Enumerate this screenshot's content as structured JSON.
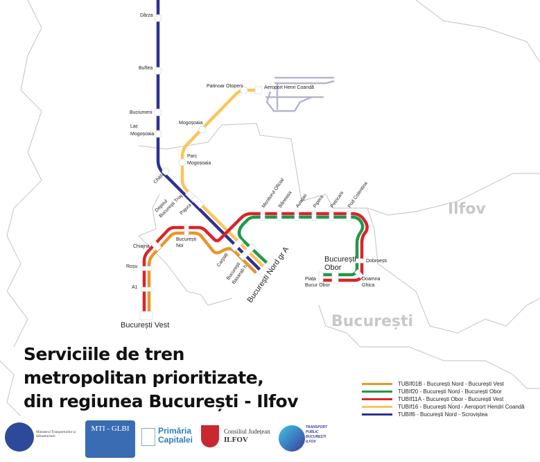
{
  "regions": {
    "ilfov": "Ilfov",
    "bucuresti": "București"
  },
  "stations": {
    "darza": "Dârza",
    "buftea": "Buftea",
    "buciumeni": "Buciumeni",
    "lac_1": "Lac",
    "lac_2": "Mogoșoaia",
    "chitila": "Chitila",
    "patinoar": "Patinoar Otopeni",
    "aeroport": "Aeroport Henri Coandă",
    "mogosoaia": "Mogoșoaia",
    "parc_1": "Parc",
    "parc_2": "Mogoșoaia",
    "depoul_1": "Depoul",
    "depoul_2": "București Triaj",
    "pajura": "Pajura",
    "chiajna": "Chiajna",
    "bucnoi_1": "București",
    "bucnoi_2": "Noi",
    "rosu": "Roșu",
    "a1": "A1",
    "carpati": "Carpați",
    "basarab_1": "București",
    "basarab_2": "Basarab h",
    "nord": "București Nord gr A",
    "vest": "București Vest",
    "monitorul": "Monitorul Oficial",
    "baneasa": "Băneasa",
    "aviatiei": "Aviației",
    "pipera": "Pipera",
    "petricani": "Petricani",
    "pod": "Pod Colentina",
    "obor_1": "București",
    "obor_2": "Obor",
    "dobroesti": "Dobroești",
    "piata_1": "Piața",
    "piata_2": "Bucur Obor",
    "doamna_1": "Doamna",
    "doamna_2": "Ghica"
  },
  "title": [
    "Serviciile de tren",
    "metropolitan prioritizate,",
    "din regiunea București - Ilfov"
  ],
  "legend": [
    {
      "label": "TUBIf01B - București Nord - București Vest",
      "color": "#e8962a"
    },
    {
      "label": "TUBIf20 - București Nord - București Obor",
      "color": "#1e9a4a"
    },
    {
      "label": "TUBIf11A - București Obor - București Vest",
      "color": "#d9242a"
    },
    {
      "label": "TUBIf16 - București Nord - Aeroport Hendri Coandă",
      "color": "#fbc55a"
    },
    {
      "label": "TUBIf6 - București Nord - Scroviștea",
      "color": "#2e3192"
    }
  ],
  "logos": {
    "mti": "Ministerul Transporturilor și Infrastructurii",
    "glbi": "MTI - GLBI",
    "primaria_1": "Primăria",
    "primaria_2": "Capitalei",
    "cj_1": "Consiliul Județean",
    "cj_2": "ILFOV",
    "tpbi": "TRANSPORT PUBLIC BUCUREȘTI ILFOV"
  }
}
